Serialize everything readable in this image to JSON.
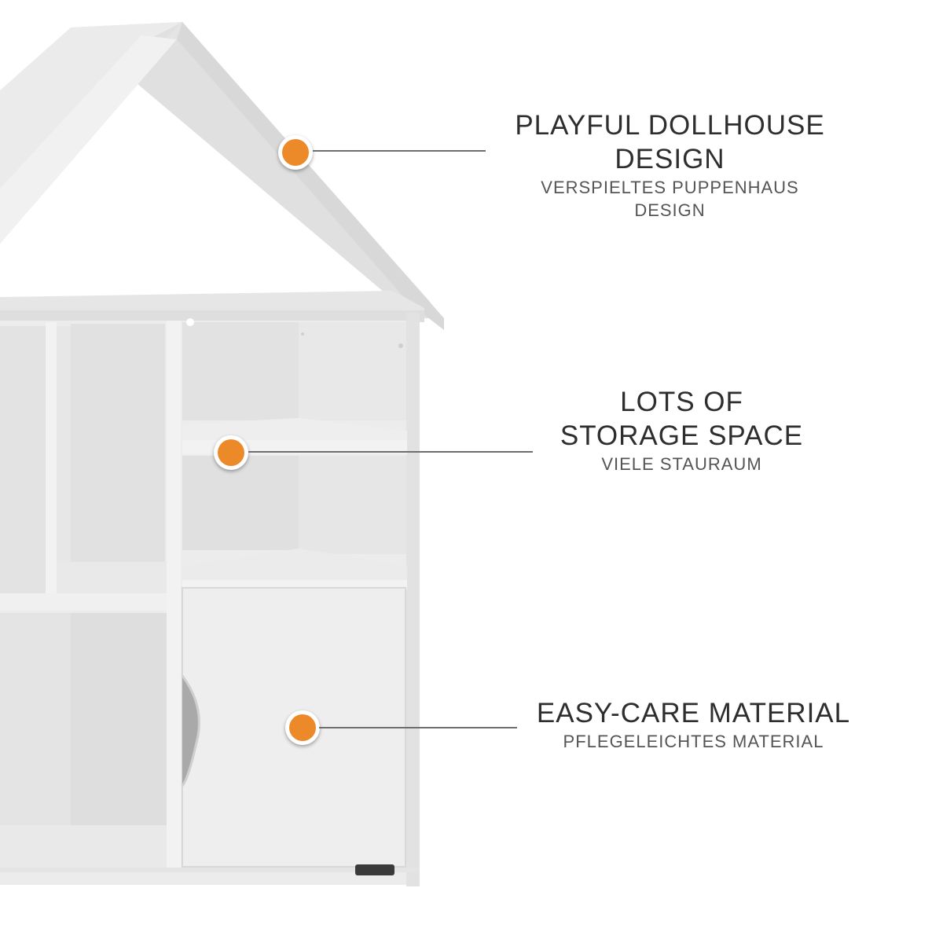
{
  "colors": {
    "accent": "#ec8a2a",
    "furniture": "#e9e9e9",
    "furniture_shade": "#dcdcdc",
    "background": "#ffffff"
  },
  "features": [
    {
      "title_lines": [
        "PLAYFUL DOLLHOUSE",
        "DESIGN"
      ],
      "subtitle_lines": [
        "VERSPIELTES PUPPENHAUS",
        "DESIGN"
      ]
    },
    {
      "title_lines": [
        "LOTS OF",
        "STORAGE SPACE"
      ],
      "subtitle_lines": [
        "VIELE STAURAUM"
      ]
    },
    {
      "title_lines": [
        "EASY-CARE MATERIAL"
      ],
      "subtitle_lines": [
        "PFLEGELEICHTES MATERIAL"
      ]
    }
  ]
}
